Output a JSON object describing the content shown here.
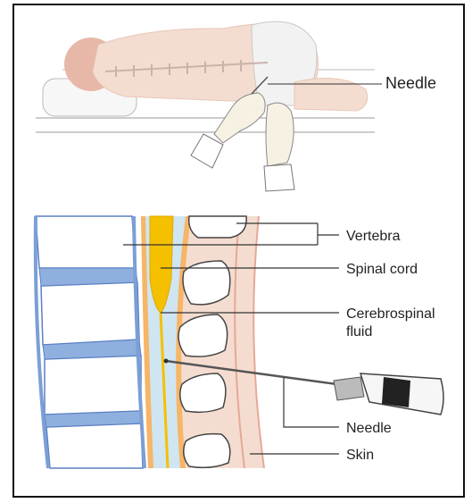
{
  "top_panel": {
    "needle_label": "Needle"
  },
  "bottom_panel": {
    "labels": {
      "vertebra": "Vertebra",
      "spinal_cord": "Spinal cord",
      "csf_line1": "Cerebrospinal",
      "csf_line2": "fluid",
      "needle": "Needle",
      "skin": "Skin"
    }
  },
  "colors": {
    "skin_tone": "#f4ddd0",
    "vertebra_fill": "#ffffff",
    "disc_blue": "#8fb0de",
    "spinal_cord": "#f5c000",
    "csf": "#cfe6f2",
    "dura_orange": "#f6b567",
    "frame": "#111111"
  }
}
